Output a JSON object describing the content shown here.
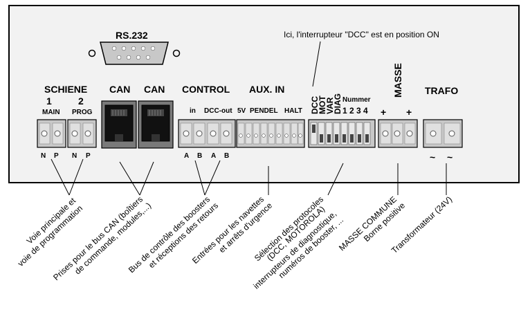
{
  "panel": {
    "rs232": "RS.232",
    "schiene": "SCHIENE",
    "schiene_1": "1",
    "schiene_2": "2",
    "main": "MAIN",
    "prog": "PROG",
    "n1": "N",
    "p1": "P",
    "n2": "N",
    "p2": "P",
    "can1": "CAN",
    "can2": "CAN",
    "control": "CONTROL",
    "control_in": "in",
    "control_dcc_out": "DCC-out",
    "ctl_a1": "A",
    "ctl_b1": "B",
    "ctl_a2": "A",
    "ctl_b2": "B",
    "aux_in": "AUX. IN",
    "aux_5v": "5V",
    "aux_pendel": "PENDEL",
    "aux_halt": "HALT",
    "dip_dcc": "DCC",
    "dip_mot": "MOT",
    "dip_var": "VAR",
    "dip_diag": "DIAG",
    "nummer": "Nummer",
    "nummer_digits": "1 2 3 4",
    "masse": "MASSE",
    "plus1": "+",
    "plus2": "+",
    "trafo": "TRAFO",
    "tilde1": "~",
    "tilde2": "~"
  },
  "note_top": "Ici, l'interrupteur \"DCC\" est en position ON",
  "annotations": {
    "rails": [
      "Voie principale et",
      "voie de programmation"
    ],
    "can": [
      "Prises pour le bus CAN (boîtiers",
      "de commande, modules,...)"
    ],
    "control": [
      "Bus de contrôle des boosters",
      "et réceptions des retours"
    ],
    "aux": [
      "Entrées pour les navettes",
      "et arrêts d'urgence"
    ],
    "dip": [
      "Sélection des protocoles",
      "(DCC, MOTOROLA)",
      "interrupteurs de diagnostique,",
      "numéros de booster, ..."
    ],
    "masse": [
      "MASSE COMMUNE",
      "Borne positive"
    ],
    "trafo": [
      "Transformateur (24V)"
    ]
  }
}
